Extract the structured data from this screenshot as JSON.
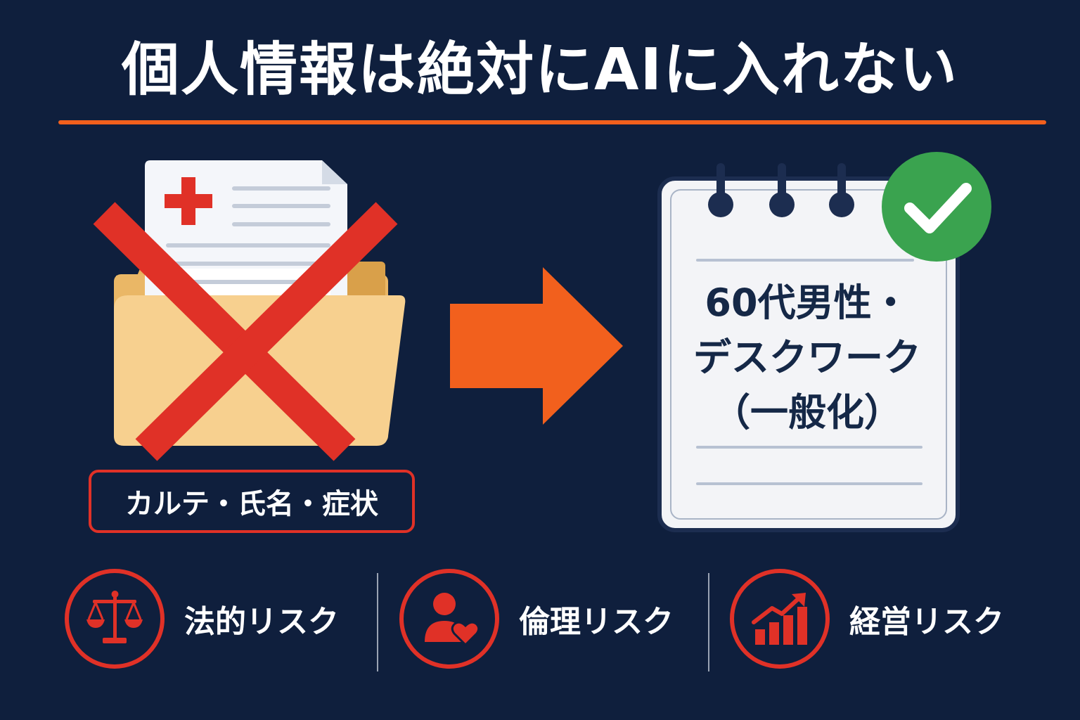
{
  "title": "個人情報は絶対にAIに入れない",
  "left_label": "カルテ・氏名・症状",
  "note_lines": [
    "60代男性・",
    "デスクワーク",
    "（一般化）"
  ],
  "risks": [
    {
      "label": "法的リスク",
      "icon": "scales-icon"
    },
    {
      "label": "倫理リスク",
      "icon": "person-heart-icon"
    },
    {
      "label": "経営リスク",
      "icon": "growth-chart-icon"
    }
  ],
  "colors": {
    "background": "#0f1f3d",
    "accent_orange": "#f2601d",
    "alert_red": "#e03127",
    "check_green": "#3aa34f",
    "folder": "#f7d08f"
  }
}
